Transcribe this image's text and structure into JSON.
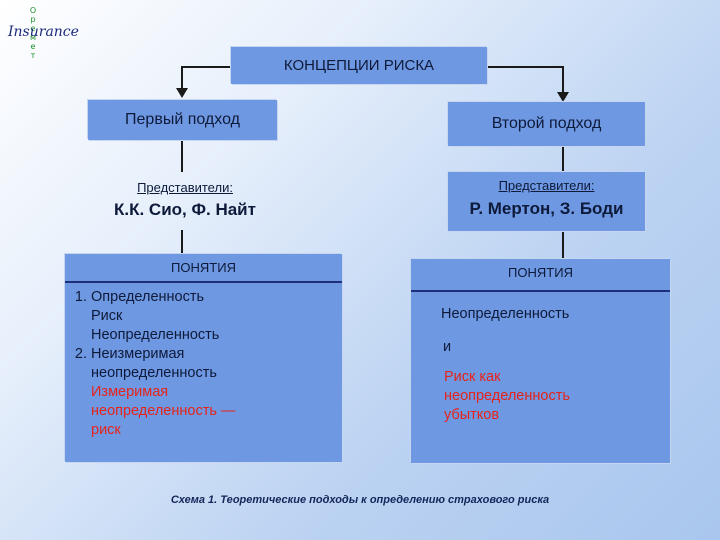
{
  "logo": {
    "word": "Insurance",
    "vertical_letters": [
      "О",
      "р",
      "е",
      "м",
      "е",
      "т"
    ]
  },
  "title": "КОНЦЕПЦИИ РИСКА",
  "left": {
    "approach": "Первый подход",
    "reps_label": "Представители:",
    "reps_names": "К.К. Сио, Ф. Найт",
    "concepts_header": "ПОНЯТИЯ",
    "list": [
      {
        "lines": [
          "Определенность",
          "Риск",
          "Неопределенность"
        ],
        "red_lines": []
      },
      {
        "lines": [
          "Неизмеримая",
          "неопределенность"
        ],
        "red_lines": [
          "Измеримая",
          "неопределенность —",
          "риск"
        ]
      }
    ]
  },
  "right": {
    "approach": "Второй подход",
    "reps_label": "Представители:",
    "reps_names": "Р. Мертон, З. Боди",
    "concepts_header": "ПОНЯТИЯ",
    "item1": "Неопределенность",
    "conj": "и",
    "red_lines": [
      "Риск как",
      "неопределенность",
      "убытков"
    ]
  },
  "caption": "Схема 1. Теоретические подходы к определению страхового риска",
  "colors": {
    "box_fill": "#6f98e2",
    "red_text": "#e5241b",
    "line": "#1a1a1a"
  }
}
